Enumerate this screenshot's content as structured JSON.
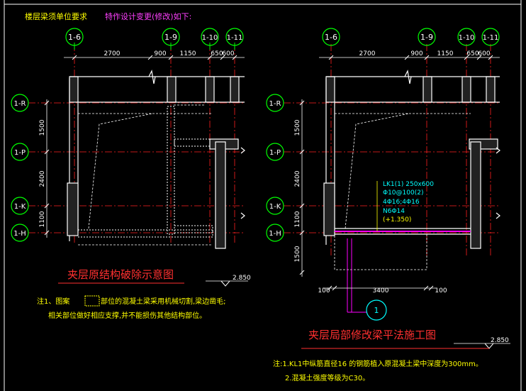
{
  "header": {
    "left_note": "楼层梁须单位要求",
    "right_note": "特作设计变更(修改)如下:"
  },
  "axes": {
    "columns": [
      "1-6",
      "1-9",
      "1-10",
      "1-11"
    ],
    "rows": [
      "1-R",
      "1-P",
      "1-K",
      "1-H"
    ]
  },
  "dims": {
    "top": [
      "2700",
      "900",
      "1150",
      "650",
      "600"
    ],
    "left_panel_side": [
      "1500",
      "2400",
      "1100"
    ],
    "right_panel_side": [
      "1500",
      "2400",
      "1100",
      "1500"
    ],
    "bottom": [
      "100",
      "3400",
      "100"
    ]
  },
  "left_panel": {
    "title": "夹层原结构破除示意图",
    "elevation": "2.850",
    "note_prefix": "注1、图案",
    "note_line1_rest": "部位的混凝土梁采用机械切割,梁边凿毛;",
    "note_line2": "相关部位做好相应支撑,并不能损伤其他结构部位。"
  },
  "right_panel": {
    "title": "夹层局部修改梁平法施工图",
    "elevation": "2.850",
    "beam_label": [
      "LK1(1) 250x600",
      "Φ10@100(2)",
      "4Φ16;4Φ16",
      "N6Φ14",
      "(+1.350)"
    ],
    "detail_marker": "1",
    "note1": "注:1.KL1中纵筋直径16 的钢筋植入原混凝土梁中深度为300mm。",
    "note2": "2.混凝土强度等级为C30。"
  },
  "colors": {
    "axis": "#00ff00",
    "dim": "#ffffff",
    "title": "#ff3030",
    "note": "#ffff00",
    "beam": "#ff00ff",
    "label": "#00ffff",
    "hatch": "#ffff80"
  }
}
